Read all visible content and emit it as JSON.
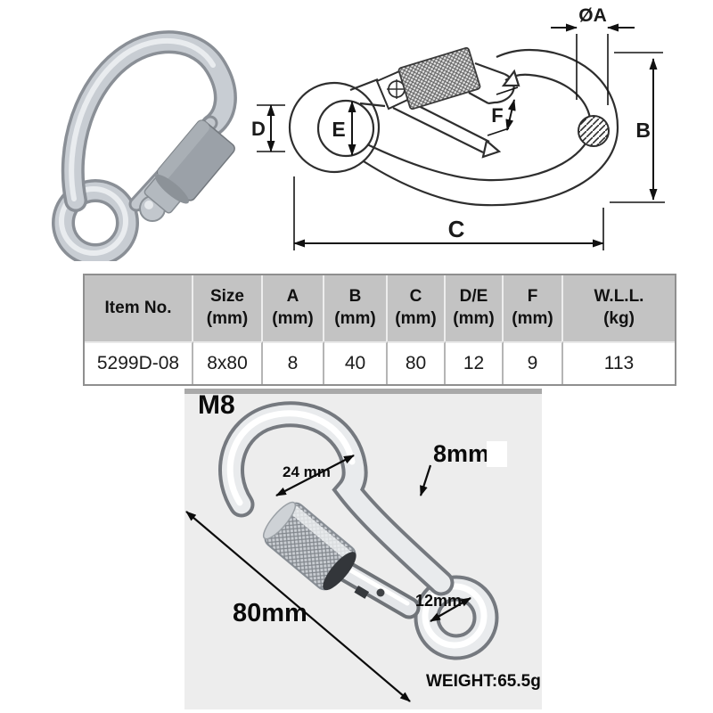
{
  "diagram": {
    "labels": {
      "diameter_a": "ØA",
      "b": "B",
      "c": "C",
      "d": "D",
      "e": "E",
      "f": "F"
    }
  },
  "spec_table": {
    "headers": [
      {
        "l1": "Item No.",
        "l2": ""
      },
      {
        "l1": "Size",
        "l2": "(mm)"
      },
      {
        "l1": "A",
        "l2": "(mm)"
      },
      {
        "l1": "B",
        "l2": "(mm)"
      },
      {
        "l1": "C",
        "l2": "(mm)"
      },
      {
        "l1": "D/E",
        "l2": "(mm)"
      },
      {
        "l1": "F",
        "l2": "(mm)"
      },
      {
        "l1": "W.L.L.",
        "l2": "(kg)"
      }
    ],
    "row": {
      "item_no": "5299D-08",
      "size": "8x80",
      "a": "8",
      "b": "40",
      "c": "80",
      "de": "12",
      "f": "9",
      "wll": "113"
    }
  },
  "annotations": {
    "model": "M8",
    "top_inner_width": "24 mm",
    "wire_diameter": "8mm",
    "overall_length": "80mm",
    "bottom_inner_width": "12mm",
    "weight": "WEIGHT:65.5g"
  },
  "colors": {
    "table_header_bg": "#c3c3c3",
    "table_border": "#8f8f8f",
    "photo_bg": "#ededed",
    "drawing_line": "#2e2e2e"
  }
}
